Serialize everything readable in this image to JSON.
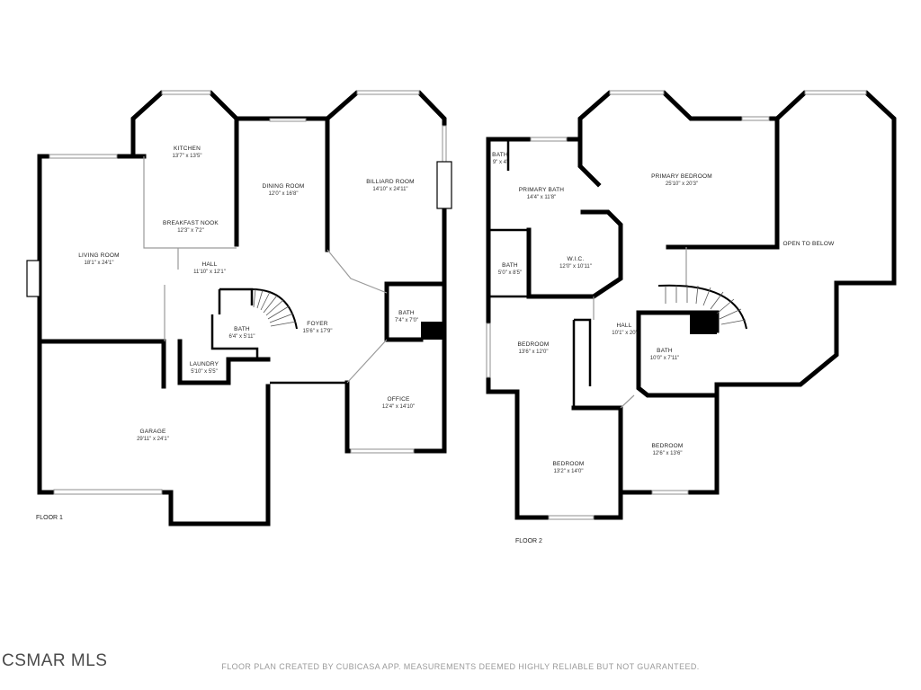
{
  "floors": [
    {
      "label": "FLOOR 1",
      "rooms": [
        {
          "name": "KITCHEN",
          "dims": "13'7\" x 13'5\""
        },
        {
          "name": "DINING ROOM",
          "dims": "12'0\" x 16'8\""
        },
        {
          "name": "BILLIARD ROOM",
          "dims": "14'10\" x 24'11\""
        },
        {
          "name": "BREAKFAST NOOK",
          "dims": "12'3\" x 7'2\""
        },
        {
          "name": "LIVING ROOM",
          "dims": "18'1\" x 24'1\""
        },
        {
          "name": "HALL",
          "dims": "11'10\" x 12'1\""
        },
        {
          "name": "FOYER",
          "dims": "15'6\" x 17'9\""
        },
        {
          "name": "BATH",
          "dims": "7'4\" x 7'0\""
        },
        {
          "name": "BATH",
          "dims": "6'4\" x 5'11\""
        },
        {
          "name": "LAUNDRY",
          "dims": "5'10\" x 5'5\""
        },
        {
          "name": "OFFICE",
          "dims": "12'4\" x 14'10\""
        },
        {
          "name": "GARAGE",
          "dims": "29'11\" x 24'1\""
        }
      ]
    },
    {
      "label": "FLOOR 2",
      "rooms": [
        {
          "name": "BATH",
          "dims": "9\" x 4'"
        },
        {
          "name": "PRIMARY BEDROOM",
          "dims": "25'10\" x 20'3\""
        },
        {
          "name": "PRIMARY BATH",
          "dims": "14'4\" x 11'8\""
        },
        {
          "name": "OPEN TO BELOW",
          "dims": ""
        },
        {
          "name": "BATH",
          "dims": "5'0\" x 8'5\""
        },
        {
          "name": "W.I.C.",
          "dims": "12'0\" x 10'11\""
        },
        {
          "name": "HALL",
          "dims": "10'1\" x 20'"
        },
        {
          "name": "BEDROOM",
          "dims": "13'6\" x 12'0\""
        },
        {
          "name": "BATH",
          "dims": "10'0\" x 7'11\""
        },
        {
          "name": "BEDROOM",
          "dims": "13'2\" x 14'0\""
        },
        {
          "name": "BEDROOM",
          "dims": "12'6\" x 13'6\""
        }
      ]
    }
  ],
  "footer": {
    "brand": "CSMAR MLS",
    "disclaimer": "FLOOR PLAN CREATED BY CUBICASA APP. MEASUREMENTS DEEMED HIGHLY RELIABLE BUT NOT GUARANTEED."
  },
  "colors": {
    "wall": "#000000",
    "background": "#ffffff",
    "disclaimer": "#9a9a9a",
    "brand": "#4a4a4a"
  }
}
